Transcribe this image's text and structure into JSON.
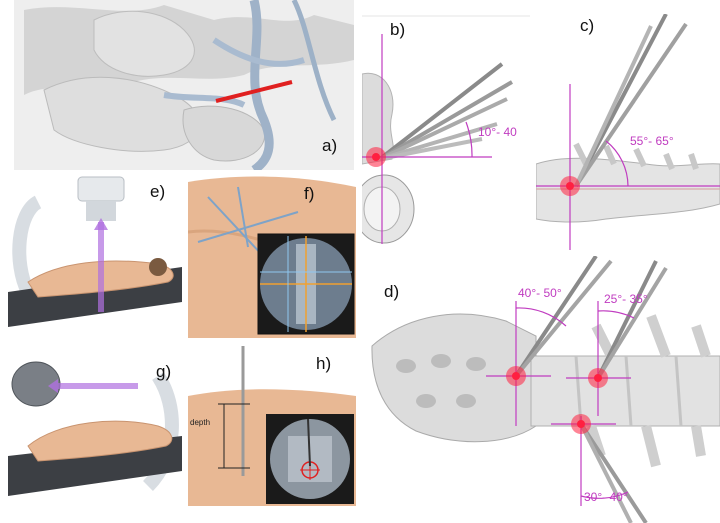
{
  "panels": {
    "a": {
      "label": "a)"
    },
    "b": {
      "label": "b)",
      "angle": "10°- 40"
    },
    "c": {
      "label": "c)",
      "angle": "55°- 65°"
    },
    "d": {
      "label": "d)",
      "angle_left": "40°- 50°",
      "angle_right": "25°- 35°",
      "angle_bottom": "30°- 40°"
    },
    "e": {
      "label": "e)"
    },
    "f": {
      "label": "f)"
    },
    "g": {
      "label": "g)"
    },
    "h": {
      "label": "h)",
      "depth": "depth"
    }
  },
  "colors": {
    "annotation": "#c03cc0",
    "target": "#ff2040",
    "nerve_mark": "#e02020",
    "bone": "#dcdcdc",
    "skin": "#e8b894",
    "fluoro_bg": "#1a1a1a"
  }
}
